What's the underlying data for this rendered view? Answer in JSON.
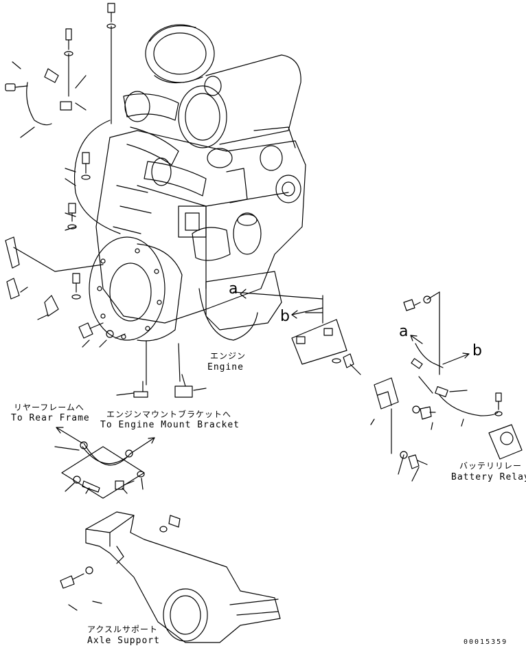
{
  "labels": {
    "engine_jp": "エンジン",
    "engine_en": "Engine",
    "rear_frame_jp": "リヤーフレームへ",
    "rear_frame_en": "To Rear Frame",
    "mount_bracket_jp": "エンジンマウントブラケットへ",
    "mount_bracket_en": "To Engine Mount Bracket",
    "battery_relay_jp": "バッテリリレー",
    "battery_relay_en": "Battery Relay",
    "axle_support_jp": "アクスルサポート",
    "axle_support_en": "Axle Support",
    "ref_a_1": "a",
    "ref_b_1": "b",
    "ref_a_2": "a",
    "ref_b_2": "b",
    "drawing_number": "00015359"
  },
  "colors": {
    "line": "#000000",
    "background": "#ffffff"
  }
}
